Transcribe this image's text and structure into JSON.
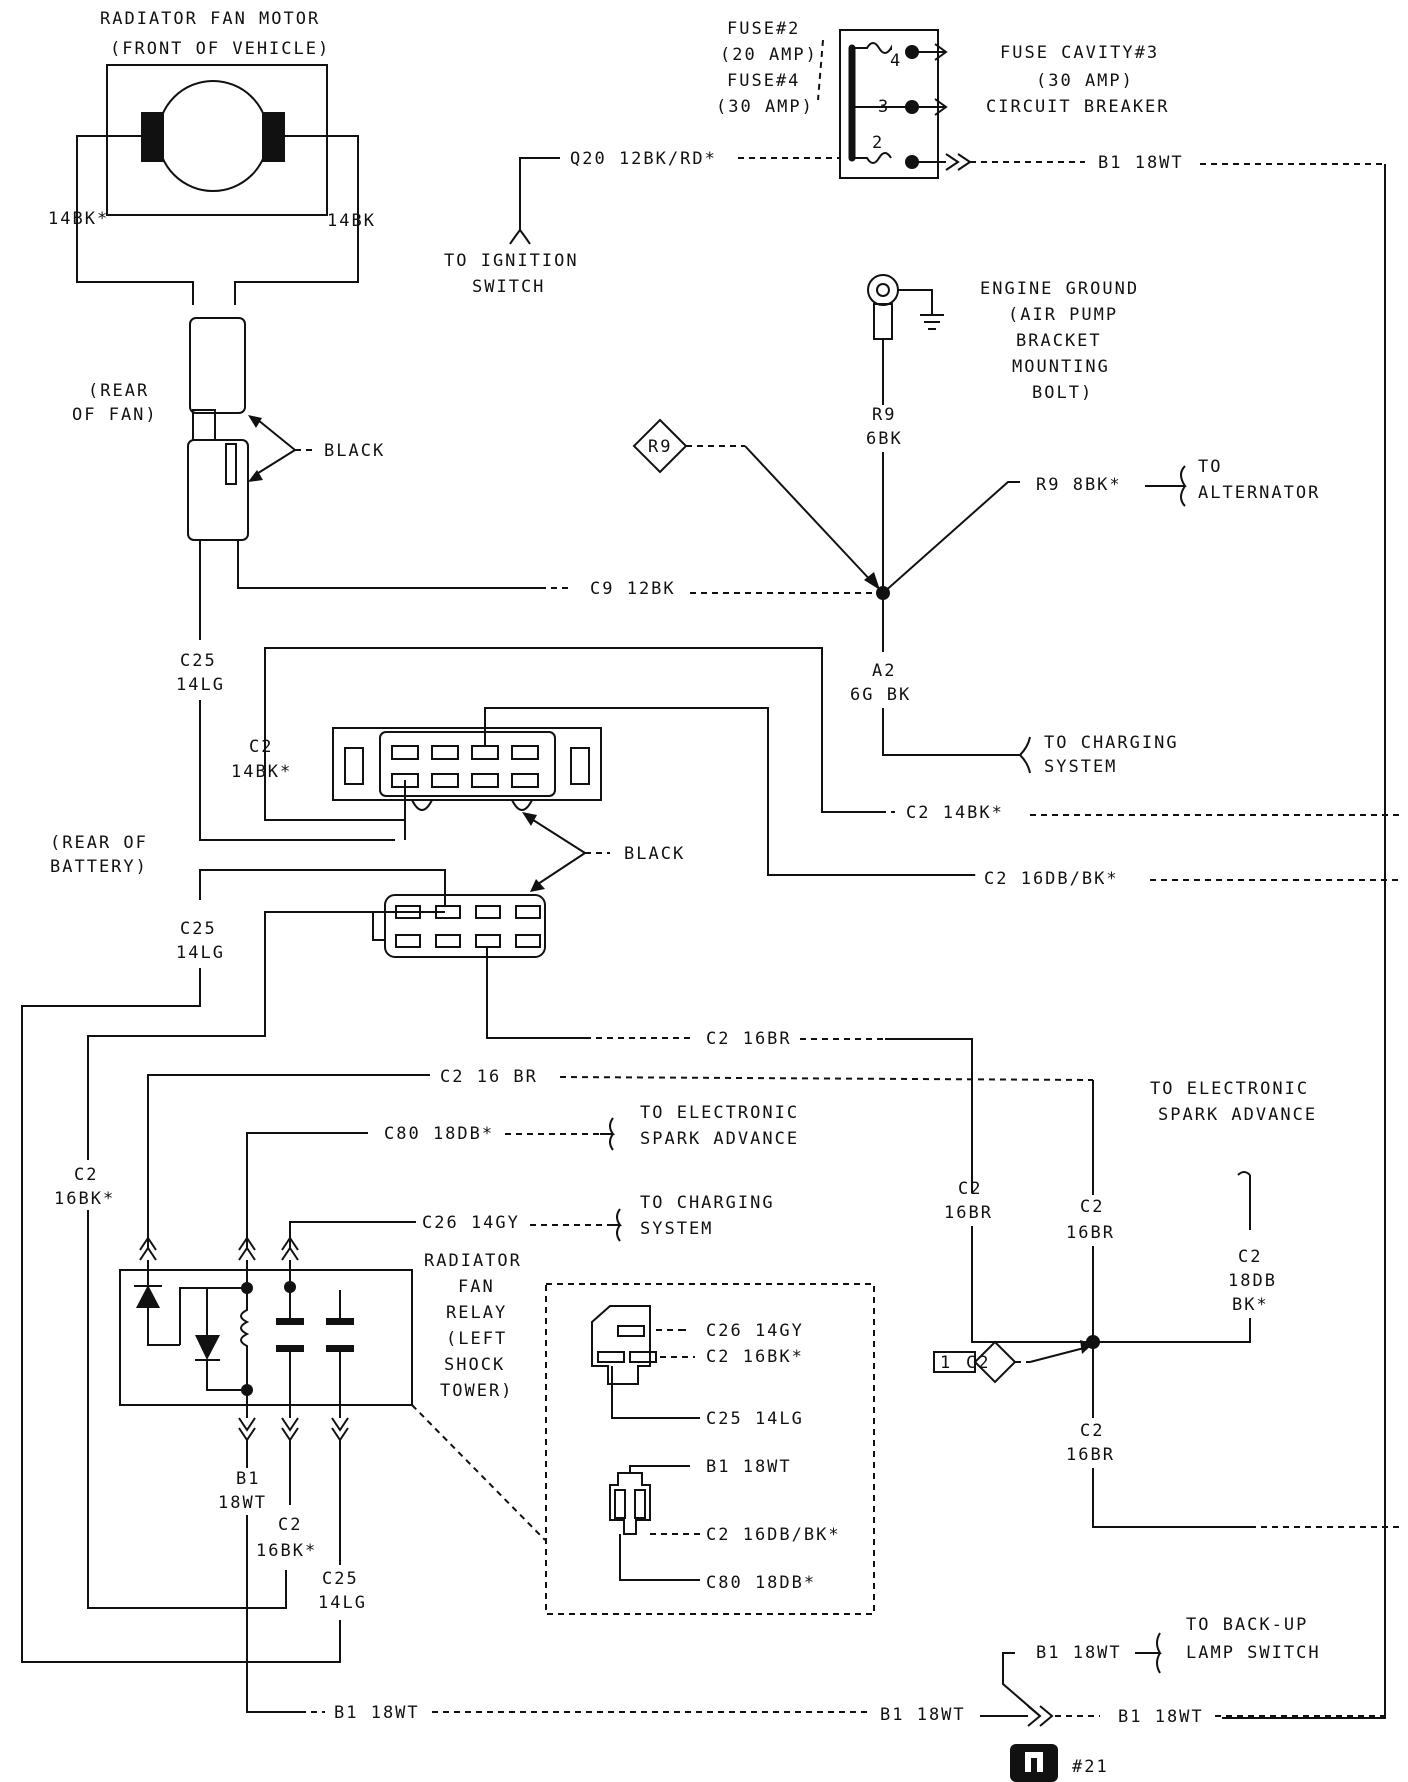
{
  "labels": {
    "fan_motor_1": "RADIATOR FAN MOTOR",
    "fan_motor_2": "(FRONT OF VEHICLE)",
    "wire_14bk_star": "14BK*",
    "wire_14bk": "14BK",
    "rear_of_fan_1": "(REAR",
    "rear_of_fan_2": "OF FAN)",
    "black_top": "BLACK",
    "black_mid": "BLACK",
    "c25_top_1": "C25",
    "c25_top_2": "14LG",
    "c2_left_1": "C2",
    "c2_left_2": "14BK*",
    "rear_battery_1": "(REAR OF",
    "rear_battery_2": "BATTERY)",
    "c25_mid_1": "C25",
    "c25_mid_2": "14LG",
    "c2_16bk_1": "C2",
    "c2_16bk_2": "16BK*",
    "fuse2_1": "FUSE#2",
    "fuse2_2": "(20 AMP)",
    "fuse4_1": "FUSE#4",
    "fuse4_2": "(30 AMP)",
    "fuse_pin_4": "4",
    "fuse_pin_3": "3",
    "fuse_pin_2": "2",
    "fuse_cavity_1": "FUSE CAVITY#3",
    "fuse_cavity_2": "(30 AMP)",
    "fuse_cavity_3": "CIRCUIT BREAKER",
    "q20": "Q20 12BK/RD*",
    "b1_top": "B1 18WT",
    "ignition_1": "TO IGNITION",
    "ignition_2": "SWITCH",
    "eng_ground_1": "ENGINE GROUND",
    "eng_ground_2": "(AIR PUMP",
    "eng_ground_3": "BRACKET",
    "eng_ground_4": "MOUNTING",
    "eng_ground_5": "BOLT)",
    "r9_diamond": "R9",
    "r9_6bk_1": "R9",
    "r9_6bk_2": "6BK",
    "r9_8bk": "R9 8BK*",
    "to_alt_1": "TO",
    "to_alt_2": "ALTERNATOR",
    "c9": "C9 12BK",
    "a2_1": "A2",
    "a2_2": "6G BK",
    "to_charging_1": "TO CHARGING",
    "to_charging_2": "SYSTEM",
    "c2_14bk_right": "C2 14BK*",
    "c2_16db_right": "C2 16DB/BK*",
    "c2_16br_a": "C2 16BR",
    "c2_16br_b": "C2 16 BR",
    "c80": "C80 18DB*",
    "to_esa_1": "TO ELECTRONIC",
    "to_esa_2": "SPARK ADVANCE",
    "c26": "C26 14GY",
    "to_chg2_1": "TO CHARGING",
    "to_chg2_2": "SYSTEM",
    "relay_1": "RADIATOR",
    "relay_2": "FAN",
    "relay_3": "RELAY",
    "relay_4": "(LEFT",
    "relay_5": "SHOCK",
    "relay_6": "TOWER)",
    "esa_right_1": "TO ELECTRONIC",
    "esa_right_2": "SPARK ADVANCE",
    "c2_v1_1": "C2",
    "c2_v1_2": "16BR",
    "c2_v2_1": "C2",
    "c2_v2_2": "16BR",
    "c2_v3_1": "C2",
    "c2_v3_2": "18DB",
    "c2_v3_3": "BK*",
    "c2_v4_1": "C2",
    "c2_v4_2": "16BR",
    "c2_diamond": "C2",
    "c2_diamond_num": "1",
    "conn_c26": "C26 14GY",
    "conn_c2_16bk": "C2 16BK*",
    "conn_c25": "C25 14LG",
    "conn_b1": "B1 18WT",
    "conn_c2_16db": "C2 16DB/BK*",
    "conn_c80": "C80 18DB*",
    "b1_relay_1": "B1",
    "b1_relay_2": "18WT",
    "c2_relay_1": "C2",
    "c2_relay_2": "16BK*",
    "c25_relay_1": "C25",
    "c25_relay_2": "14LG",
    "b1_bottom_a": "B1 18WT",
    "b1_bottom_b": "B1 18WT",
    "b1_bottom_c": "B1 18WT",
    "b1_backup": "B1 18WT",
    "backup_1": "TO BACK-UP",
    "backup_2": "LAMP SWITCH",
    "page_ref": "#21"
  }
}
